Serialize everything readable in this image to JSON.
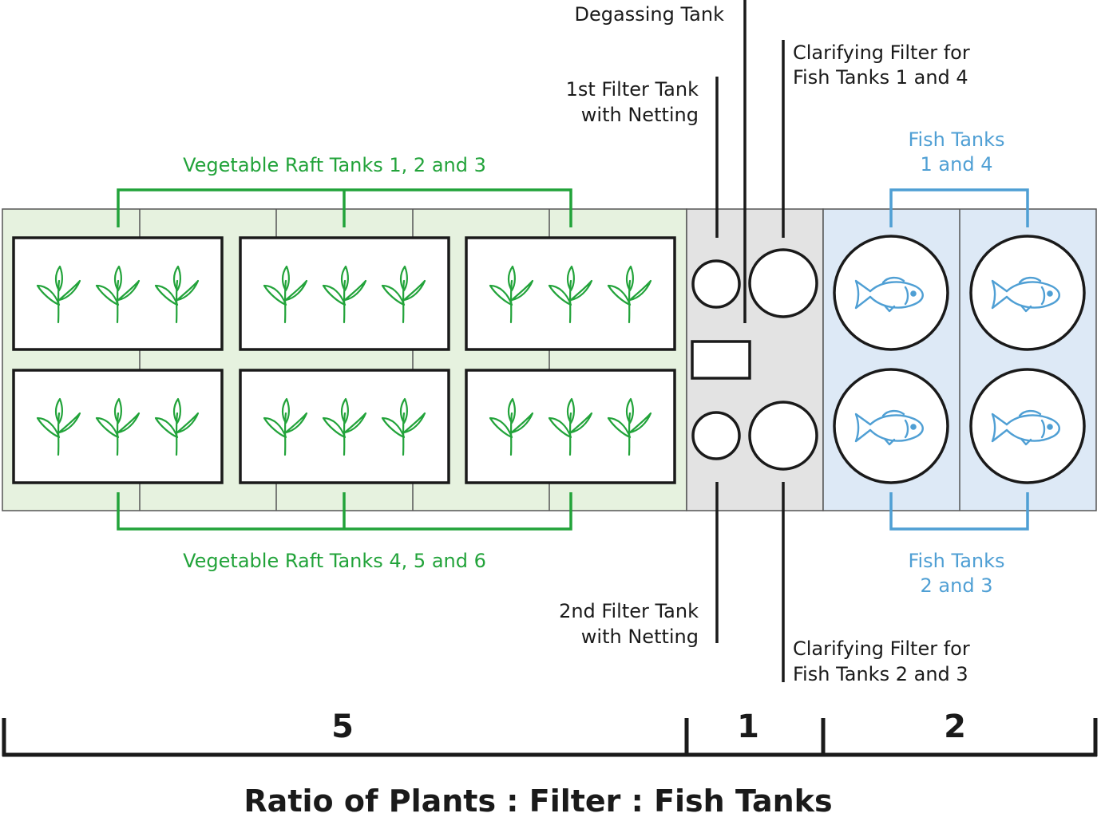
{
  "labels": {
    "degassing_tank": "Degassing Tank",
    "clarifying_filter_top_l1": "Clarifying Filter for",
    "clarifying_filter_top_l2": "Fish Tanks 1 and 4",
    "first_filter_l1": "1st Filter Tank",
    "first_filter_l2": "with Netting",
    "veg_tanks_top": "Vegetable Raft Tanks 1, 2 and 3",
    "veg_tanks_bottom": "Vegetable Raft Tanks 4, 5 and 6",
    "fish_tanks_top_l1": "Fish Tanks",
    "fish_tanks_top_l2": "1 and 4",
    "fish_tanks_bottom_l1": "Fish Tanks",
    "fish_tanks_bottom_l2": "2 and 3",
    "second_filter_l1": "2nd Filter Tank",
    "second_filter_l2": "with Netting",
    "clarifying_filter_bottom_l1": "Clarifying Filter for",
    "clarifying_filter_bottom_l2": "Fish Tanks 2 and 3"
  },
  "ratio": {
    "plants": "5",
    "filter": "1",
    "fish": "2",
    "caption": "Ratio of Plants : Filter : Fish Tanks"
  },
  "colors": {
    "plant_zone": "#e6f2df",
    "filter_zone": "#e3e3e3",
    "fish_zone": "#dde9f6",
    "green": "#22a33a",
    "blue": "#4f9fd4",
    "black": "#1a1a1a"
  },
  "icons": {
    "plant": "plant-sprout-icon",
    "fish": "fish-icon"
  }
}
